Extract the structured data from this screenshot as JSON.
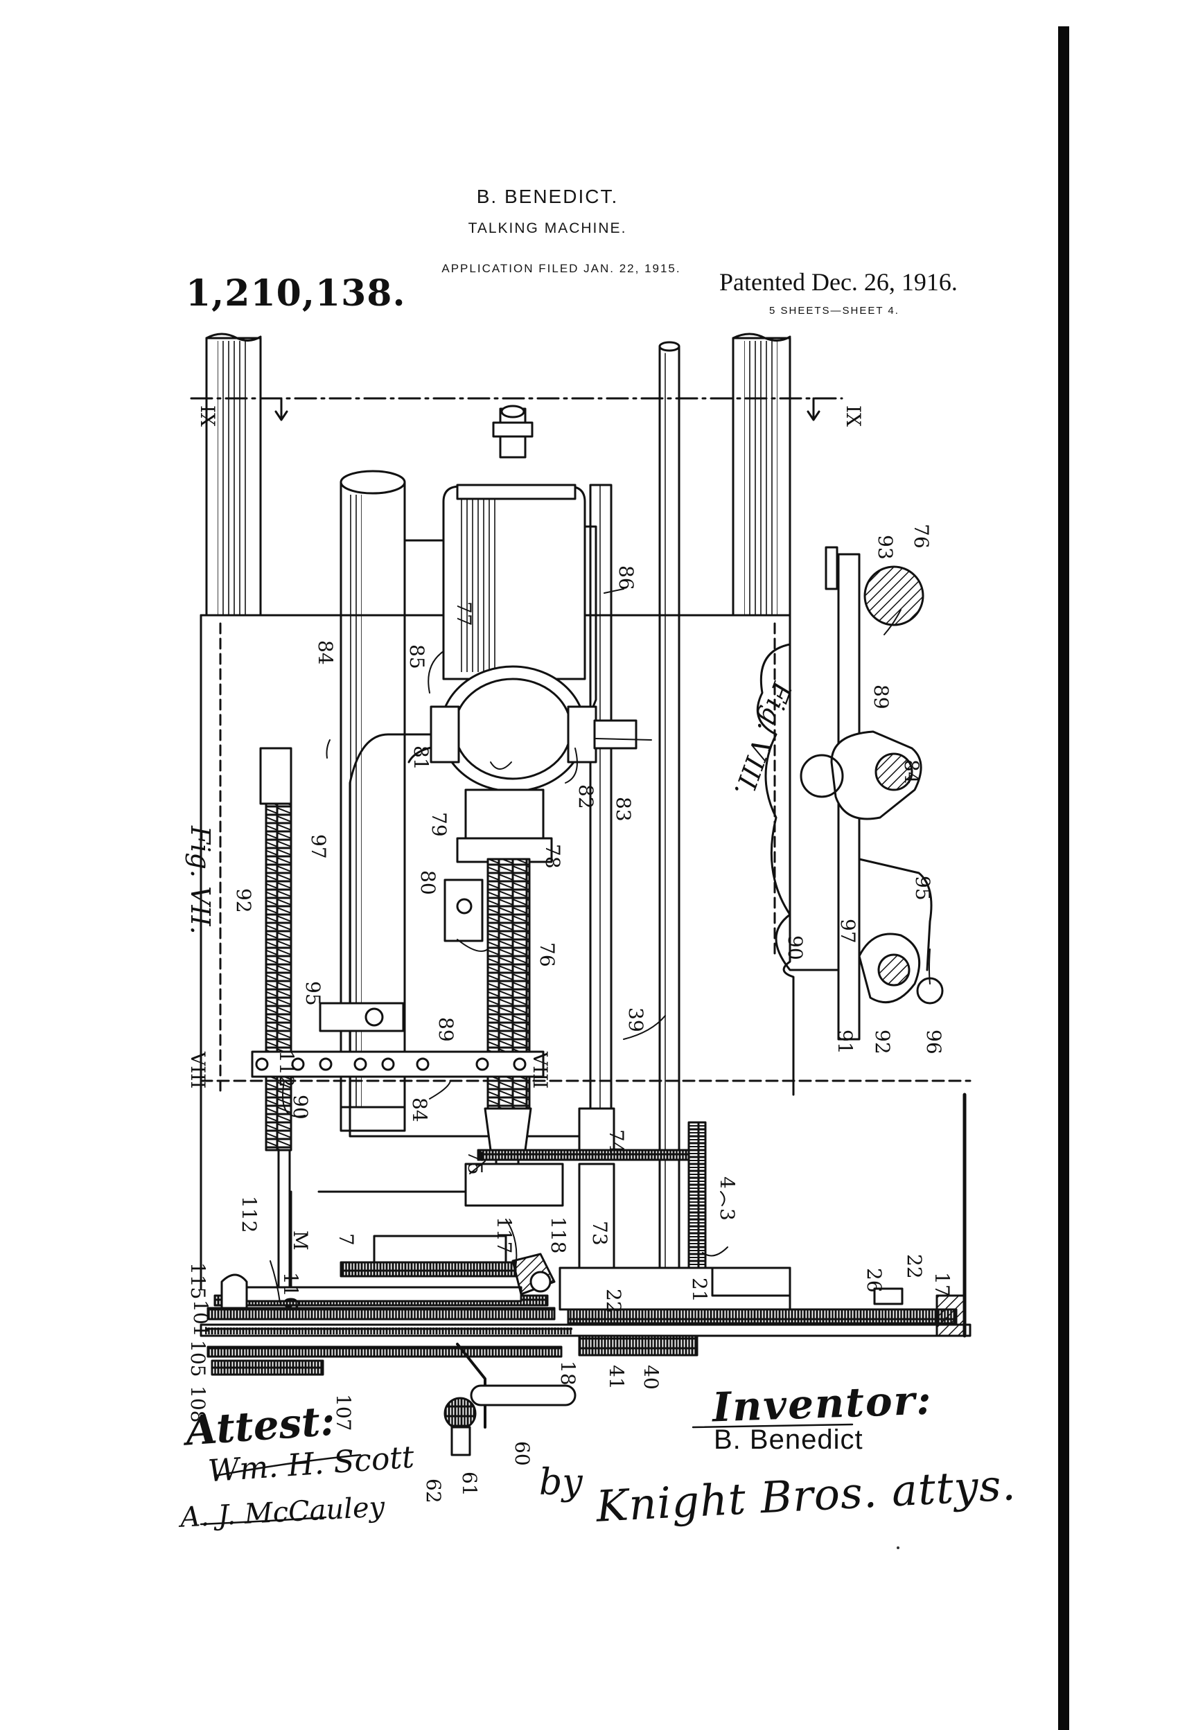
{
  "header": {
    "inventor_name": "B. BENEDICT.",
    "title": "TALKING MACHINE.",
    "application_filed": "APPLICATION FILED JAN. 22, 1915.",
    "patent_number": "1,210,138.",
    "patented": "Patented Dec. 26, 1916.",
    "sheets": "5 SHEETS—SHEET 4."
  },
  "figures": {
    "fig7": "Fig. VII.",
    "fig8": "Fig. VIII."
  },
  "section_labels": {
    "ix_left": "IX",
    "ix_right": "IX",
    "viii_left": "VIII",
    "viii_right": "VIII"
  },
  "reference_numerals": {
    "n77": "77",
    "n86": "86",
    "n84a": "84",
    "n85": "85",
    "n81": "81",
    "n82": "82",
    "n83": "83",
    "n79": "79",
    "n78": "78",
    "n80": "80",
    "n97a": "97",
    "n92a": "92",
    "n76a": "76",
    "n95a": "95",
    "n89a": "89",
    "n90a": "90",
    "n84b": "84",
    "n39": "39",
    "n74": "74",
    "n75": "75",
    "n4": "4",
    "n3": "3",
    "n73": "73",
    "n118": "118",
    "n117": "117",
    "n7": "7",
    "n112a": "112",
    "n112b": "112",
    "nM": "M",
    "n116": "116",
    "n115": "115",
    "n101": "101",
    "n105": "105",
    "n108": "108",
    "n107": "107",
    "n18": "18",
    "n41": "41",
    "n40": "40",
    "n22a": "22",
    "n21": "21",
    "n26": "26",
    "n22b": "22",
    "n17": "17",
    "n60": "60",
    "n61": "61",
    "n62": "62",
    "n93": "93",
    "n76b": "76",
    "n89b": "89",
    "n84c": "84",
    "n95b": "95",
    "n97b": "97",
    "n90b": "90",
    "n91": "91",
    "n92b": "92",
    "n96": "96"
  },
  "signatures": {
    "attest_label": "Attest:",
    "witness_1": "Wm. H. Scott",
    "witness_2": "A. J. McCauley",
    "inventor_label": "Inventor:",
    "inventor": "B. Benedict",
    "by": "by",
    "attorneys": "Knight Bros. attys."
  }
}
